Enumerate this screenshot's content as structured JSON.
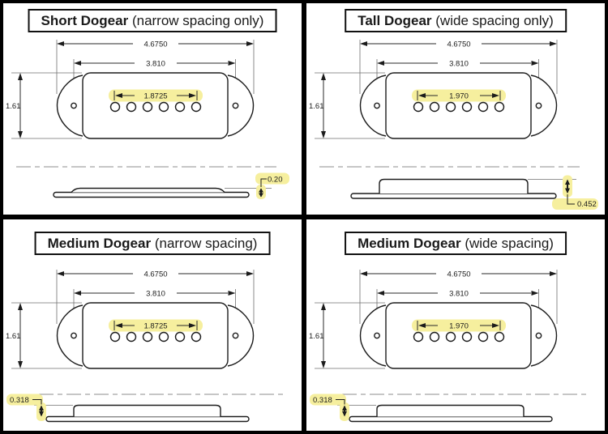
{
  "colors": {
    "highlight": "#f6ef9e",
    "line": "#1c1c1c",
    "centerline": "#8c8c8c",
    "background": "#ffffff",
    "frame": "#000000"
  },
  "panels": [
    {
      "title_bold": "Short Dogear",
      "title_note": "(narrow spacing only)",
      "overall_width": "4.6750",
      "mount_hole_spacing": "3.810",
      "pole_spacing": "1.8725",
      "body_height": "1.61",
      "cover_height": "0.20",
      "pole_count": 6
    },
    {
      "title_bold": "Tall Dogear",
      "title_note": "(wide spacing only)",
      "overall_width": "4.6750",
      "mount_hole_spacing": "3.810",
      "pole_spacing": "1.970",
      "body_height": "1.61",
      "cover_height": "0.452",
      "pole_count": 6
    },
    {
      "title_bold": "Medium Dogear",
      "title_note": "(narrow spacing)",
      "overall_width": "4.6750",
      "mount_hole_spacing": "3.810",
      "pole_spacing": "1.8725",
      "body_height": "1.61",
      "cover_height": "0.318",
      "pole_count": 6
    },
    {
      "title_bold": "Medium Dogear",
      "title_note": "(wide spacing)",
      "overall_width": "4.6750",
      "mount_hole_spacing": "3.810",
      "pole_spacing": "1.970",
      "body_height": "1.61",
      "cover_height": "0.318",
      "pole_count": 6
    }
  ]
}
